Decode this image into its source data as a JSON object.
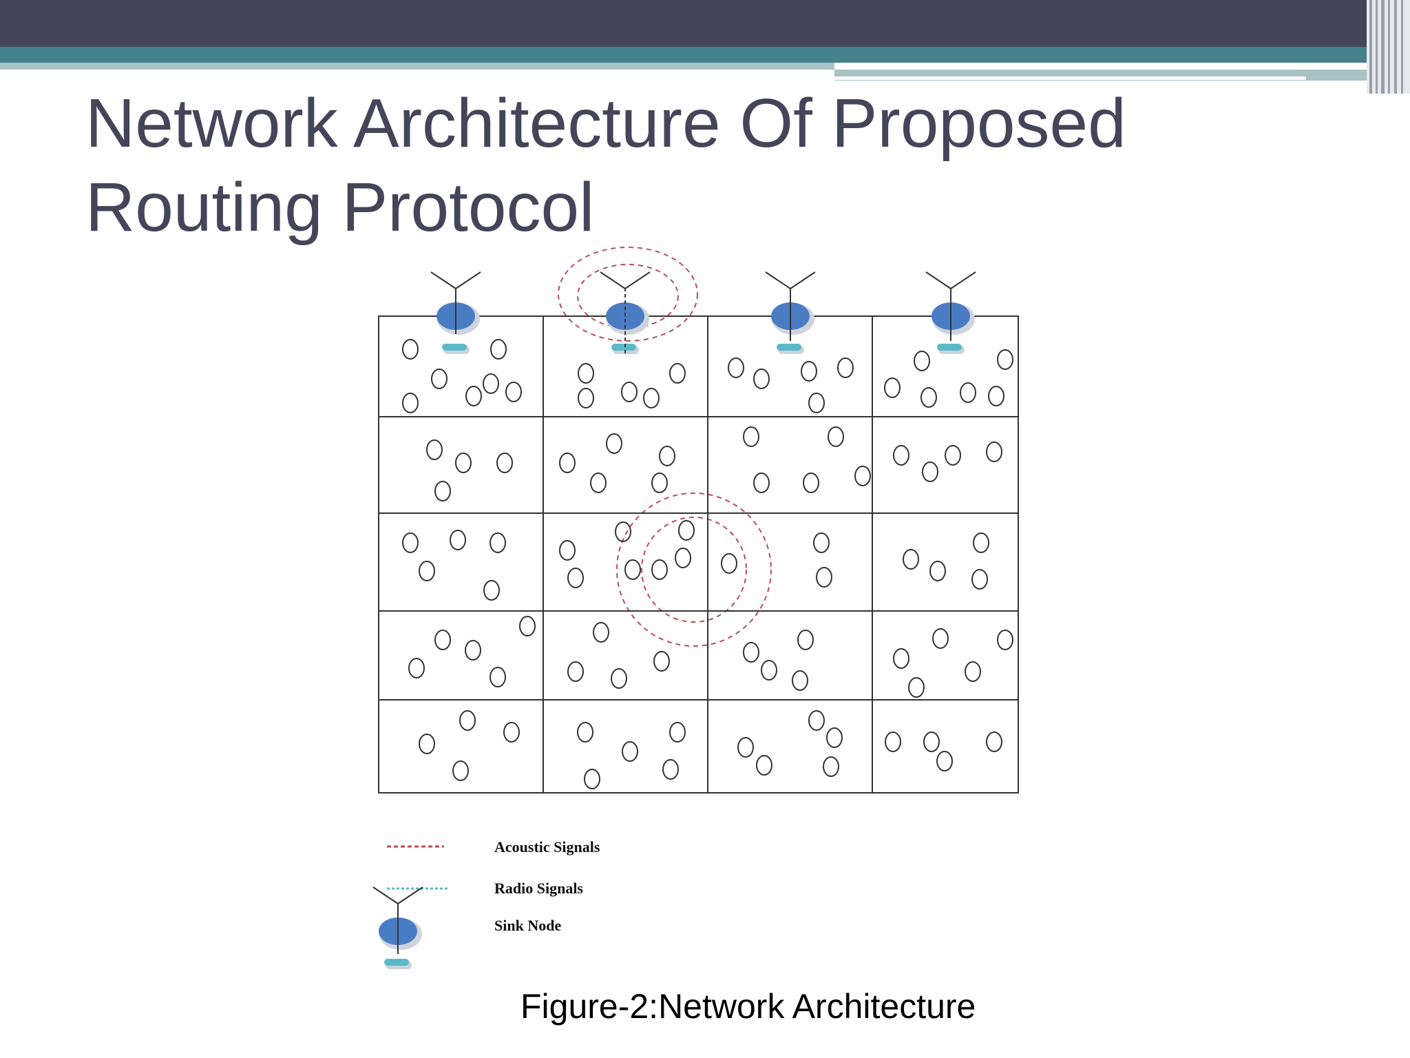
{
  "slide": {
    "title": "Network Architecture Of Proposed Routing Protocol",
    "caption": "Figure-2:Network Architecture"
  },
  "legend": {
    "acoustic": "Acoustic Signals",
    "radio": "Radio Signals",
    "sink": "Sink Node"
  },
  "colors": {
    "header_dark": "#45455a",
    "header_teal": "#44818a",
    "header_light": "#a9c2c6",
    "title": "#45455a",
    "sink_node": "#4a7cc4",
    "radio_signal": "#5ab9c9",
    "acoustic_signal": "#b94a5a"
  },
  "grid": {
    "rows": 5,
    "cols": 4
  },
  "sink_nodes": 4
}
